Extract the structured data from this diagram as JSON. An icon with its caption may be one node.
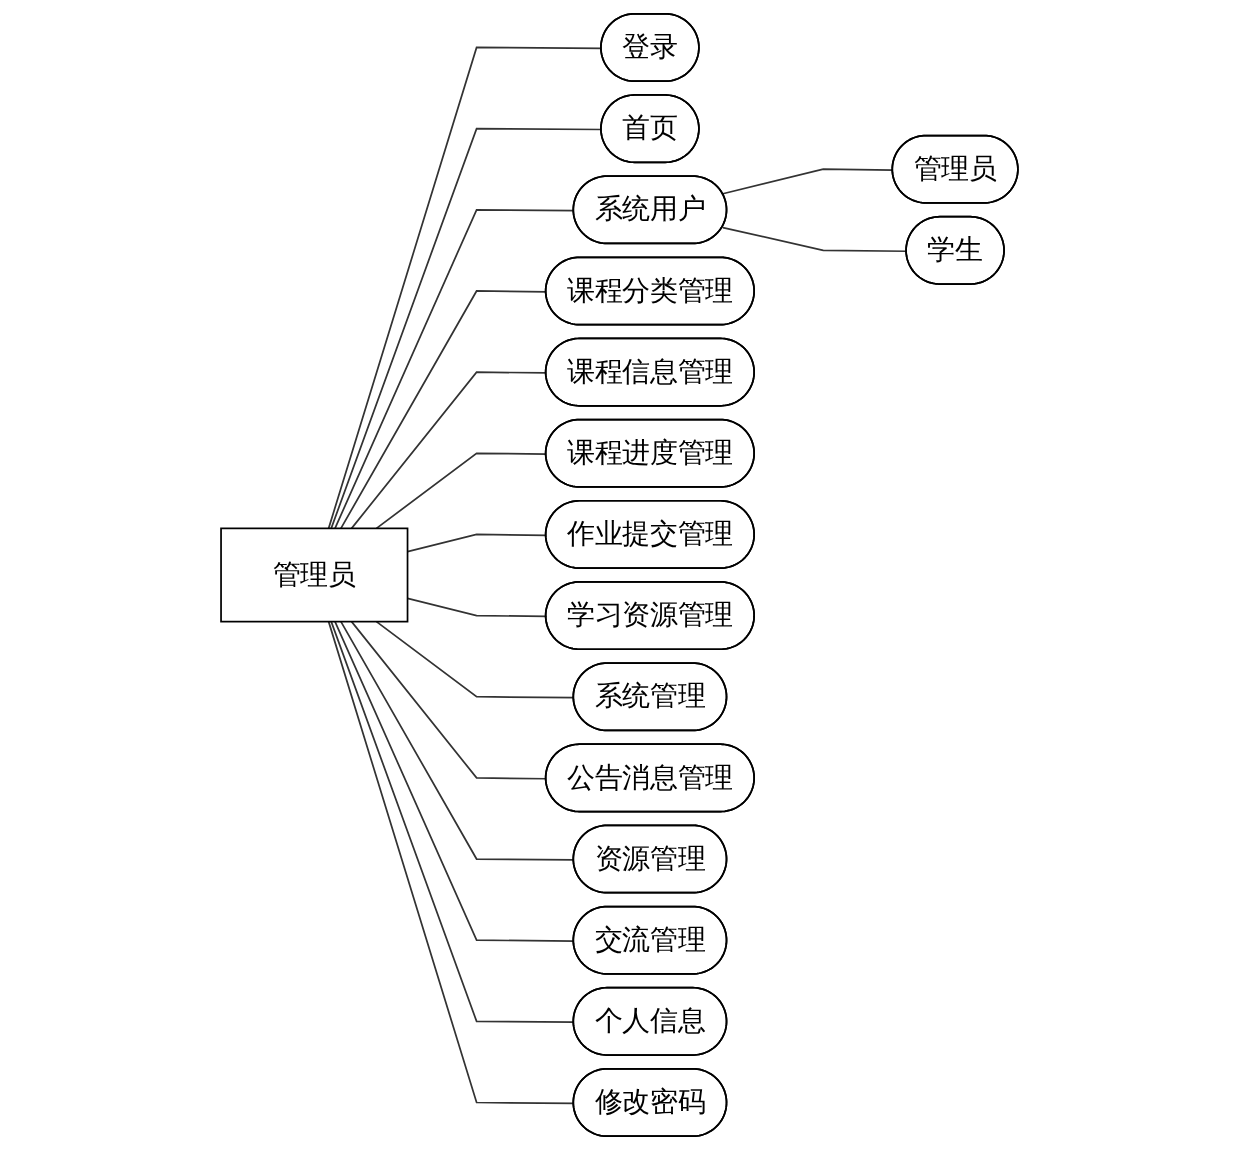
{
  "diagram": {
    "nodes": [
      {
        "text": [
          "管理员"
        ]
      },
      {
        "text": [
          "登录"
        ]
      },
      {
        "text": [
          "首页"
        ]
      },
      {
        "text": [
          "系统用户"
        ]
      },
      {
        "text": [
          "管理员"
        ]
      },
      {
        "text": [
          "学生"
        ]
      },
      {
        "text": [
          "课程分类管理"
        ]
      },
      {
        "text": [
          "课程信息管理"
        ]
      },
      {
        "text": [
          "课程进度管理"
        ]
      },
      {
        "text": [
          "作业提交管理"
        ]
      },
      {
        "text": [
          "学习资源管理"
        ]
      },
      {
        "text": [
          "系统管理"
        ]
      },
      {
        "text": [
          "公告消息管理"
        ]
      },
      {
        "text": [
          "资源管理"
        ]
      },
      {
        "text": [
          "交流管理"
        ]
      },
      {
        "text": [
          "个人信息"
        ]
      },
      {
        "text": [
          "修改密码"
        ]
      }
    ],
    "edges": [
      {
        "from": 0,
        "to": 1,
        "arrow": "none"
      },
      {
        "from": 0,
        "to": 2,
        "arrow": "none"
      },
      {
        "from": 0,
        "to": 3,
        "arrow": "none"
      },
      {
        "from": 3,
        "to": 4,
        "arrow": "none"
      },
      {
        "from": 3,
        "to": 5,
        "arrow": "none"
      },
      {
        "from": 0,
        "to": 6,
        "arrow": "none"
      },
      {
        "from": 0,
        "to": 7,
        "arrow": "none"
      },
      {
        "from": 0,
        "to": 8,
        "arrow": "none"
      },
      {
        "from": 0,
        "to": 9,
        "arrow": "none"
      },
      {
        "from": 0,
        "to": 10,
        "arrow": "none"
      },
      {
        "from": 0,
        "to": 11,
        "arrow": "none"
      },
      {
        "from": 0,
        "to": 12,
        "arrow": "none"
      },
      {
        "from": 0,
        "to": 13,
        "arrow": "none"
      },
      {
        "from": 0,
        "to": 14,
        "arrow": "none"
      },
      {
        "from": 0,
        "to": 15,
        "arrow": "none"
      },
      {
        "from": 0,
        "to": 16,
        "arrow": "none"
      }
    ]
  }
}
